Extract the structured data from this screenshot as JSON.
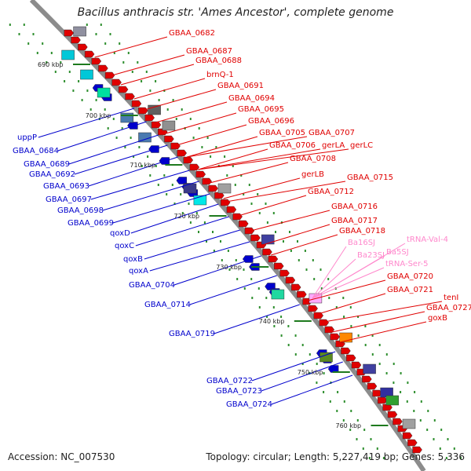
{
  "title": "Bacillus anthracis str. 'Ames Ancestor', complete genome",
  "accession": "Accession: NC_007530",
  "topology": "Topology: circular; Length: 5,227,419 bp; Genes: 5,336",
  "colors": {
    "forward": "#e00000",
    "reverse": "#0000cc",
    "rna": "#ff88cc"
  },
  "ticks": [
    "690 kbp",
    "700 kbp",
    "710 kbp",
    "720 kbp",
    "730 kbp",
    "740 kbp",
    "750 kbp",
    "760 kbp"
  ],
  "labels_forward": [
    "GBAA_0682",
    "GBAA_0687",
    "GBAA_0688",
    "brnQ-1",
    "GBAA_0691",
    "GBAA_0694",
    "GBAA_0695",
    "GBAA_0696",
    "GBAA_0705",
    "GBAA_0706",
    "GBAA_0707",
    "gerLA",
    "gerLC",
    "GBAA_0708",
    "gerLB",
    "GBAA_0712",
    "GBAA_0715",
    "GBAA_0716",
    "GBAA_0717",
    "GBAA_0718",
    "GBAA_0720",
    "GBAA_0721",
    "tenI",
    "GBAA_0727",
    "goxB"
  ],
  "labels_reverse": [
    "uppP",
    "GBAA_0684",
    "GBAA_0689",
    "GBAA_0692",
    "GBAA_0693",
    "GBAA_0697",
    "GBAA_0698",
    "GBAA_0699",
    "qoxD",
    "qoxC",
    "qoxB",
    "qoxA",
    "GBAA_0704",
    "GBAA_0714",
    "GBAA_0719",
    "GBAA_0722",
    "GBAA_0723",
    "GBAA_0724"
  ],
  "labels_rna": [
    "tRNA-Val-4",
    "Ba16SJ",
    "Ba23SJ",
    "Ba5SJ",
    "tRNA-Ser-5"
  ]
}
